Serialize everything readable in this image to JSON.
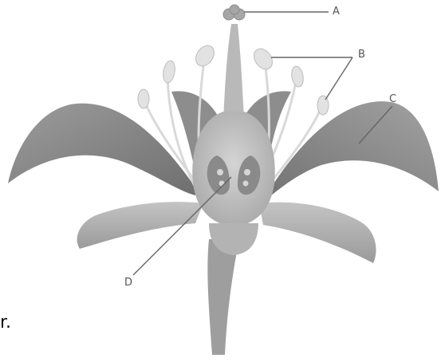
{
  "diagram": {
    "labels": [
      {
        "id": "A",
        "text": "A"
      },
      {
        "id": "B",
        "text": "B"
      },
      {
        "id": "C",
        "text": "C"
      },
      {
        "id": "D",
        "text": "D"
      }
    ],
    "fragment_text": "r.",
    "colors": {
      "petal_dark": "#8a8a8a",
      "petal_mid": "#a4a4a4",
      "petal_light": "#c8c8c8",
      "pistil": "#b8b8b8",
      "anther": "#dedede",
      "leader_line": "#666666"
    }
  }
}
